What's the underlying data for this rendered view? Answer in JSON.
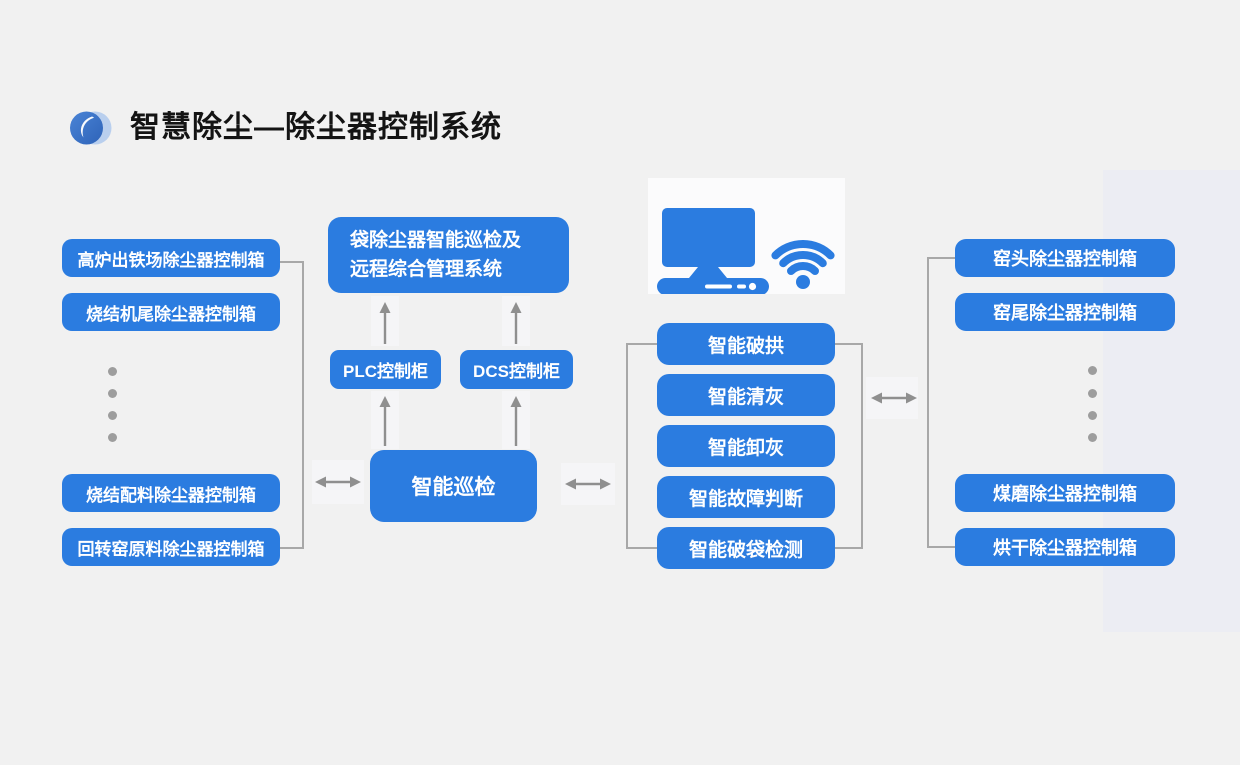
{
  "page": {
    "title": "智慧除尘—除尘器控制系统"
  },
  "colors": {
    "background": "#f1f1f1",
    "right_band": "#ecedf3",
    "card_bg": "#fbfbfc",
    "box_blue": "#2b7ce0",
    "line_gray": "#a8a8a8",
    "arrow_gray": "#8f8f8f",
    "dot_gray": "#9d9d9d",
    "title_color": "#141414"
  },
  "left_column": {
    "top_boxes": [
      {
        "label": "高炉出铁场除尘器控制箱"
      },
      {
        "label": "烧结机尾除尘器控制箱"
      }
    ],
    "bottom_boxes": [
      {
        "label": "烧结配料除尘器控制箱"
      },
      {
        "label": "回转窑原料除尘器控制箱"
      }
    ]
  },
  "center": {
    "management_box": {
      "line1": "袋除尘器智能巡检及",
      "line2": "远程综合管理系统"
    },
    "plc_box": "PLC控制柜",
    "dcs_box": "DCS控制柜",
    "inspection_box": "智能巡检"
  },
  "function_column": {
    "boxes": [
      {
        "label": "智能破拱"
      },
      {
        "label": "智能清灰"
      },
      {
        "label": "智能卸灰"
      },
      {
        "label": "智能故障判断"
      },
      {
        "label": "智能破袋检测"
      }
    ]
  },
  "right_column": {
    "top_boxes": [
      {
        "label": "窑头除尘器控制箱"
      },
      {
        "label": "窑尾除尘器控制箱"
      }
    ],
    "bottom_boxes": [
      {
        "label": "煤磨除尘器控制箱"
      },
      {
        "label": "烘干除尘器控制箱"
      }
    ]
  },
  "icons": {
    "logo": "blue-swirl-logo",
    "terminal": "computer-icon",
    "network": "wifi-icon"
  }
}
